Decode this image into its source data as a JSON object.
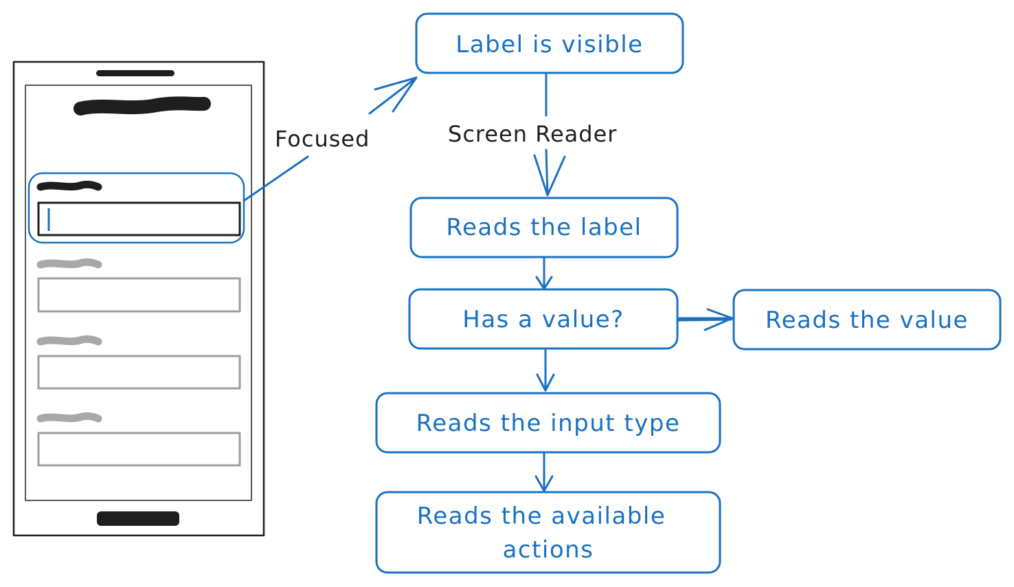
{
  "colors": {
    "accent": "#1971c2",
    "ink": "#1e1e1e",
    "muted": "#9e9e9e"
  },
  "labels": {
    "focused": "Focused",
    "screen_reader": "Screen Reader"
  },
  "steps": {
    "label_visible": "Label is visible",
    "reads_label": "Reads the label",
    "has_value": "Has a value?",
    "reads_value": "Reads the value",
    "reads_input_type": "Reads the input type",
    "reads_actions_line1": "Reads the available",
    "reads_actions_line2": "actions"
  }
}
